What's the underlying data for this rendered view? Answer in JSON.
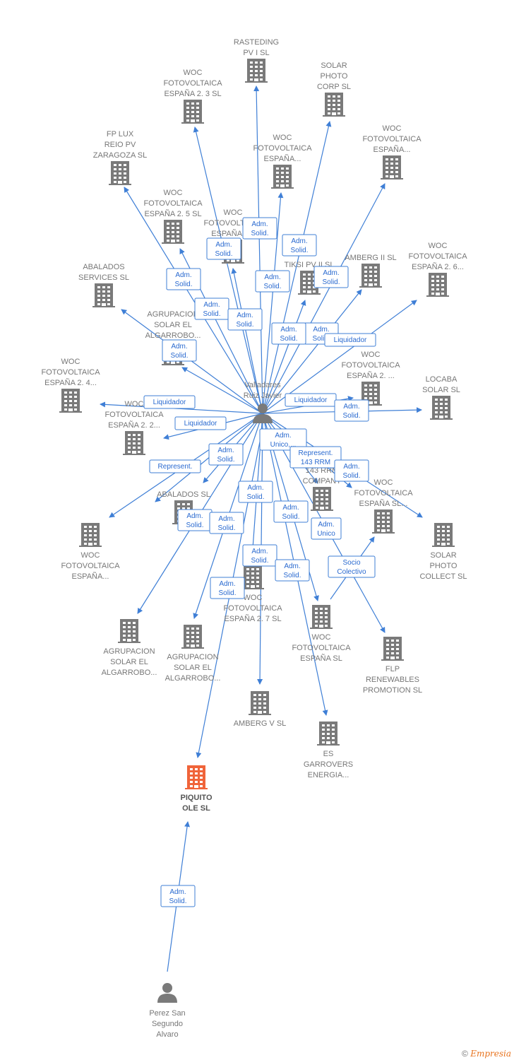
{
  "colors": {
    "edge": "#3f7fd6",
    "company": "#7a7a7a",
    "highlight": "#f0643a",
    "person": "#7a7a7a"
  },
  "footer": {
    "symbol": "©",
    "brand": "Empresia"
  },
  "nodes": [
    {
      "id": "valladares",
      "type": "person",
      "lines": [
        "Valladares",
        "Ruiz Javier"
      ]
    },
    {
      "id": "perez",
      "type": "person",
      "lines": [
        "Perez San",
        "Segundo",
        "Alvaro"
      ]
    },
    {
      "id": "piquito",
      "type": "company",
      "highlight": true,
      "lines": [
        "PIQUITO",
        "OLE  SL"
      ]
    },
    {
      "id": "rasteding",
      "type": "company",
      "lines": [
        "RASTEDING",
        "PV I SL"
      ]
    },
    {
      "id": "woc3",
      "type": "company",
      "lines": [
        "WOC",
        "FOTOVOLTAICA",
        "ESPAÑA 2. 3 SL"
      ]
    },
    {
      "id": "solarphotocorp",
      "type": "company",
      "lines": [
        "SOLAR",
        "PHOTO",
        "CORP SL"
      ]
    },
    {
      "id": "fplux",
      "type": "company",
      "lines": [
        "FP LUX",
        "REIO PV",
        "ZARAGOZA  SL"
      ]
    },
    {
      "id": "wocmid",
      "type": "company",
      "lines": [
        "WOC",
        "FOTOVOLTAICA",
        "ESPAÑA..."
      ]
    },
    {
      "id": "wocright",
      "type": "company",
      "lines": [
        "WOC",
        "FOTOVOLTAICA",
        "ESPAÑA..."
      ]
    },
    {
      "id": "woc5",
      "type": "company",
      "lines": [
        "WOC",
        "FOTOVOLTAICA",
        "ESPAÑA 2. 5 SL"
      ]
    },
    {
      "id": "woc0",
      "type": "company",
      "lines": [
        "WOC",
        "FOTOVOLTAICA",
        "ESPAÑA 0..."
      ]
    },
    {
      "id": "amberg2",
      "type": "company",
      "lines": [
        "AMBERG II SL"
      ]
    },
    {
      "id": "tiksi",
      "type": "company",
      "lines": [
        "TIKSI PV II SL"
      ]
    },
    {
      "id": "woc6",
      "type": "company",
      "lines": [
        "WOC",
        "FOTOVOLTAICA",
        "ESPAÑA 2. 6..."
      ]
    },
    {
      "id": "abalados_services",
      "type": "company",
      "lines": [
        "ABALADOS",
        "SERVICES SL"
      ]
    },
    {
      "id": "agrup1",
      "type": "company",
      "lines": [
        "AGRUPACION",
        "SOLAR EL",
        "ALGARROBO..."
      ]
    },
    {
      "id": "woc4",
      "type": "company",
      "lines": [
        "WOC",
        "FOTOVOLTAICA",
        "ESPAÑA 2. 4..."
      ]
    },
    {
      "id": "wocr2",
      "type": "company",
      "lines": [
        "WOC",
        "FOTOVOLTAICA",
        "ESPAÑA 2. ..."
      ]
    },
    {
      "id": "locaba",
      "type": "company",
      "lines": [
        "LOCABA",
        "SOLAR SL"
      ]
    },
    {
      "id": "woc2",
      "type": "company",
      "lines": [
        "WOC",
        "FOTOVOLTAICA",
        "ESPAÑA 2. 2..."
      ]
    },
    {
      "id": "abalados",
      "type": "company",
      "lines": [
        "ABALADOS SL"
      ]
    },
    {
      "id": "company143",
      "type": "company",
      "lines": [
        "143 RRM",
        "COMPANY"
      ]
    },
    {
      "id": "wocsl",
      "type": "company",
      "lines": [
        "WOC",
        "FOTOVOLTAICA",
        "ESPAÑA SL..."
      ]
    },
    {
      "id": "woc_left",
      "type": "company",
      "lines": [
        "WOC",
        "FOTOVOLTAICA",
        "ESPAÑA..."
      ]
    },
    {
      "id": "solarphotocollect",
      "type": "company",
      "lines": [
        "SOLAR",
        "PHOTO",
        "COLLECT SL"
      ]
    },
    {
      "id": "woc7",
      "type": "company",
      "lines": [
        "WOC",
        "FOTOVOLTAICA",
        "ESPAÑA 2. 7 SL"
      ]
    },
    {
      "id": "agrup2",
      "type": "company",
      "lines": [
        "AGRUPACION",
        "SOLAR EL",
        "ALGARROBO..."
      ]
    },
    {
      "id": "agrup3",
      "type": "company",
      "lines": [
        "AGRUPACION",
        "SOLAR EL",
        "ALGARROBO..."
      ]
    },
    {
      "id": "wocespsl",
      "type": "company",
      "lines": [
        "WOC",
        "FOTOVOLTAICA",
        "ESPAÑA SL"
      ]
    },
    {
      "id": "flp",
      "type": "company",
      "lines": [
        "FLP",
        "RENEWABLES",
        "PROMOTION SL"
      ]
    },
    {
      "id": "amberg5",
      "type": "company",
      "lines": [
        "AMBERG V SL"
      ]
    },
    {
      "id": "garrovers",
      "type": "company",
      "lines": [
        "ES",
        "GARROVERS",
        "ENERGIA..."
      ]
    }
  ],
  "edges": [
    {
      "from": "perez",
      "to": "piquito",
      "lines": [
        "Adm.",
        "Solid."
      ]
    },
    {
      "from": "valladares",
      "to": "piquito",
      "lines": [
        "Adm.",
        "Solid."
      ]
    },
    {
      "from": "valladares",
      "to": "rasteding",
      "lines": [
        "Adm.",
        "Solid."
      ]
    },
    {
      "from": "valladares",
      "to": "woc3",
      "lines": [
        "Adm.",
        "Solid."
      ]
    },
    {
      "from": "valladares",
      "to": "solarphotocorp",
      "lines": [
        "Adm.",
        "Solid."
      ]
    },
    {
      "from": "valladares",
      "to": "fplux",
      "lines": [
        "Adm.",
        "Solid."
      ]
    },
    {
      "from": "valladares",
      "to": "wocmid",
      "lines": [
        "Adm.",
        "Solid."
      ]
    },
    {
      "from": "valladares",
      "to": "wocright",
      "lines": [
        "Adm.",
        "Solid."
      ]
    },
    {
      "from": "valladares",
      "to": "woc5",
      "lines": [
        "Adm.",
        "Solid."
      ]
    },
    {
      "from": "valladares",
      "to": "woc0",
      "lines": [
        "Adm.",
        "Solid."
      ]
    },
    {
      "from": "valladares",
      "to": "amberg2",
      "lines": [
        "Adm.",
        "Solid."
      ]
    },
    {
      "from": "valladares",
      "to": "tiksi",
      "lines": [
        "Adm.",
        "Solid."
      ]
    },
    {
      "from": "valladares",
      "to": "woc6",
      "lines": [
        "Liquidador"
      ]
    },
    {
      "from": "valladares",
      "to": "abalados_services",
      "lines": [
        "Adm.",
        "Solid."
      ]
    },
    {
      "from": "valladares",
      "to": "agrup1",
      "lines": [
        "Adm.",
        "Solid."
      ]
    },
    {
      "from": "valladares",
      "to": "woc4",
      "lines": [
        "Liquidador"
      ]
    },
    {
      "from": "valladares",
      "to": "wocr2",
      "lines": [
        "Liquidador"
      ]
    },
    {
      "from": "valladares",
      "to": "locaba",
      "lines": [
        "Adm.",
        "Solid."
      ]
    },
    {
      "from": "valladares",
      "to": "woc2",
      "lines": [
        "Liquidador"
      ]
    },
    {
      "from": "valladares",
      "to": "abalados",
      "lines": [
        "Adm.",
        "Solid."
      ]
    },
    {
      "from": "valladares",
      "to": "company143",
      "lines": [
        "Adm.",
        "Unico,..."
      ]
    },
    {
      "from": "valladares",
      "to": "wocsl",
      "lines": [
        "Represent.",
        "143 RRM"
      ]
    },
    {
      "from": "valladares",
      "to": "solarphotocollect",
      "lines": [
        "Adm.",
        "Solid."
      ]
    },
    {
      "from": "valladares",
      "to": "woc_left",
      "lines": [
        "Represent."
      ]
    },
    {
      "from": "valladares",
      "to": "woc7",
      "lines": [
        "Adm.",
        "Solid."
      ]
    },
    {
      "from": "valladares",
      "to": "agrup2",
      "lines": [
        "Adm.",
        "Solid."
      ]
    },
    {
      "from": "valladares",
      "to": "agrup3",
      "lines": [
        "Adm.",
        "Solid."
      ]
    },
    {
      "from": "valladares",
      "to": "wocespsl",
      "lines": [
        "Adm.",
        "Solid."
      ]
    },
    {
      "from": "valladares",
      "to": "flp",
      "lines": [
        "Adm.",
        "Unico"
      ]
    },
    {
      "from": "valladares",
      "to": "amberg5",
      "lines": [
        "Adm.",
        "Solid."
      ]
    },
    {
      "from": "valladares",
      "to": "garrovers",
      "lines": [
        "Adm.",
        "Solid."
      ]
    },
    {
      "from": "wocespsl",
      "to": "wocsl",
      "lines": [
        "Socio",
        "Colectivo"
      ]
    },
    {
      "from": "valladares",
      "to": "woc_left",
      "lines": [
        "Adm.",
        "Solid."
      ]
    }
  ]
}
